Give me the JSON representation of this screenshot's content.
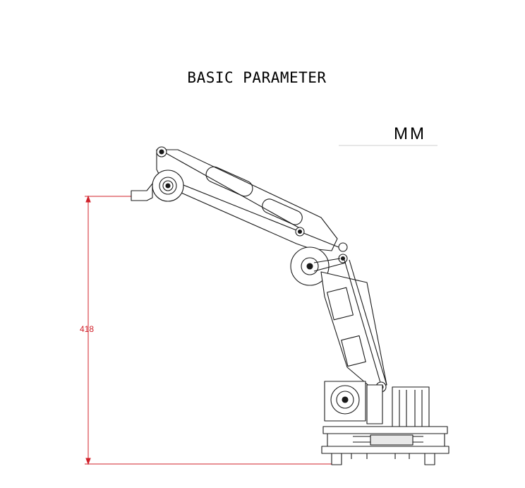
{
  "title": "BASIC PARAMETER",
  "unit": "MM",
  "dimension": {
    "label": "418",
    "color": "#d0202a"
  },
  "colors": {
    "line": "#1a1a1a",
    "background": "#ffffff"
  }
}
